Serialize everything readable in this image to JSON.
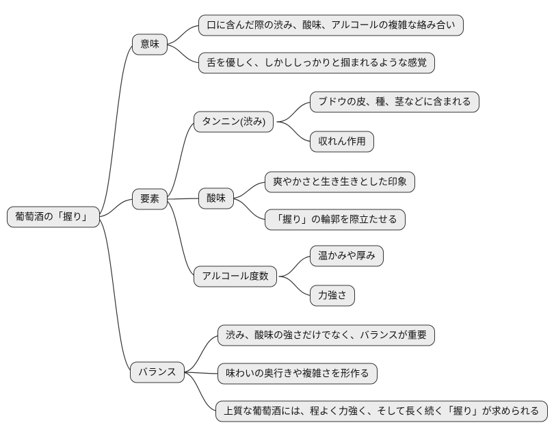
{
  "colors": {
    "background": "#ffffff",
    "node_fill": "#ececec",
    "node_border": "#333333",
    "edge": "#333333",
    "text": "#111111"
  },
  "mindmap": {
    "type": "mindmap",
    "root": {
      "label": "葡萄酒の「握り」",
      "children": [
        {
          "label": "意味",
          "children": [
            {
              "label": "口に含んだ際の渋み、酸味、アルコールの複雑な絡み合い"
            },
            {
              "label": "舌を優しく、しかししっかりと掴まれるような感覚"
            }
          ]
        },
        {
          "label": "要素",
          "children": [
            {
              "label": "タンニン(渋み)",
              "children": [
                {
                  "label": "ブドウの皮、種、茎などに含まれる"
                },
                {
                  "label": "収れん作用"
                }
              ]
            },
            {
              "label": "酸味",
              "children": [
                {
                  "label": "爽やかさと生き生きとした印象"
                },
                {
                  "label": "「握り」の輪郭を際立たせる"
                }
              ]
            },
            {
              "label": "アルコール度数",
              "children": [
                {
                  "label": "温かみや厚み"
                },
                {
                  "label": "力強さ"
                }
              ]
            }
          ]
        },
        {
          "label": "バランス",
          "children": [
            {
              "label": "渋み、酸味の強さだけでなく、バランスが重要"
            },
            {
              "label": "味わいの奥行きや複雑さを形作る"
            },
            {
              "label": "上質な葡萄酒には、程よく力強く、そして長く続く「握り」が求められる"
            }
          ]
        }
      ]
    }
  }
}
